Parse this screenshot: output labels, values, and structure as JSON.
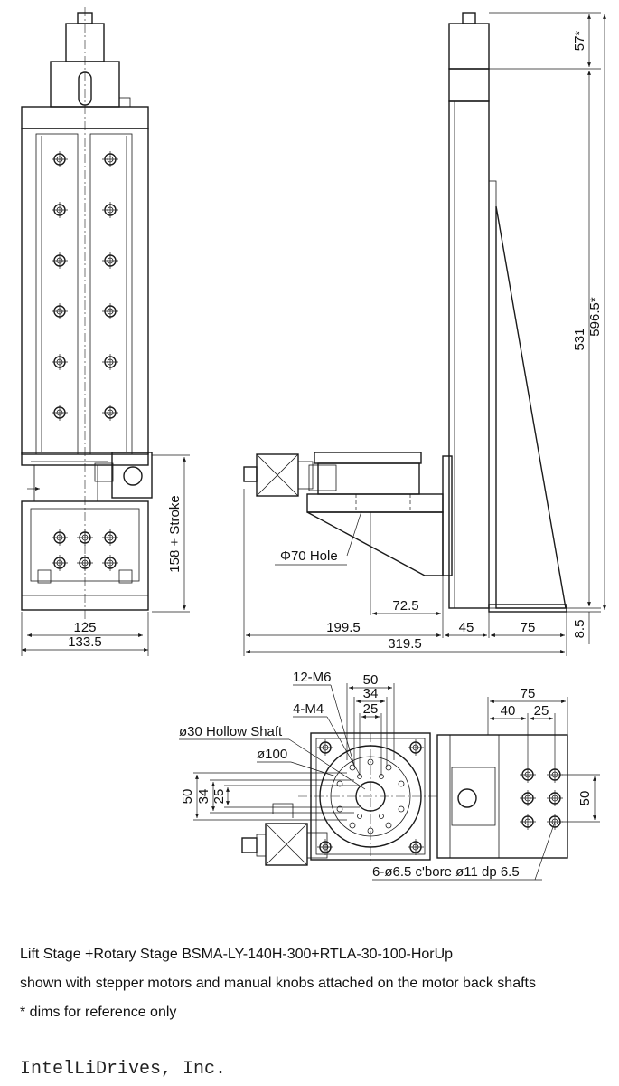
{
  "front_view": {
    "dim_stroke": "158 + Stroke",
    "dim_width_inner": "125",
    "dim_width_outer": "133.5"
  },
  "side_view": {
    "dim_top": "57*",
    "dim_height": "531",
    "dim_total_height": "596.5*",
    "dim_bottom": "8.5",
    "hole_label": "Φ70 Hole",
    "dim_offset": "72.5",
    "dim_reach": "199.5",
    "dim_plate": "45",
    "dim_base": "75",
    "dim_total_length": "319.5"
  },
  "top_view": {
    "thread_holes": "12-M6",
    "thread_holes_2": "4-M4",
    "hollow_shaft": "ø30 Hollow Shaft",
    "diameter": "ø100",
    "dim_50_top": "50",
    "dim_34_top": "34",
    "dim_25_top": "25",
    "dim_50_left": "50",
    "dim_34_left": "34",
    "dim_25_left": "25",
    "dim_75_right": "75",
    "dim_40_right": "40",
    "dim_25_right": "25",
    "dim_50_right": "50",
    "counterbore": "6-ø6.5 c'bore ø11 dp 6.5"
  },
  "caption": {
    "line1": "Lift Stage +Rotary Stage BSMA-LY-140H-300+RTLA-30-100-HorUp",
    "line2": "shown with stepper motors and manual knobs attached on the motor back shafts",
    "line3": "* dims for reference only"
  },
  "company": "IntelLiDrives, Inc."
}
